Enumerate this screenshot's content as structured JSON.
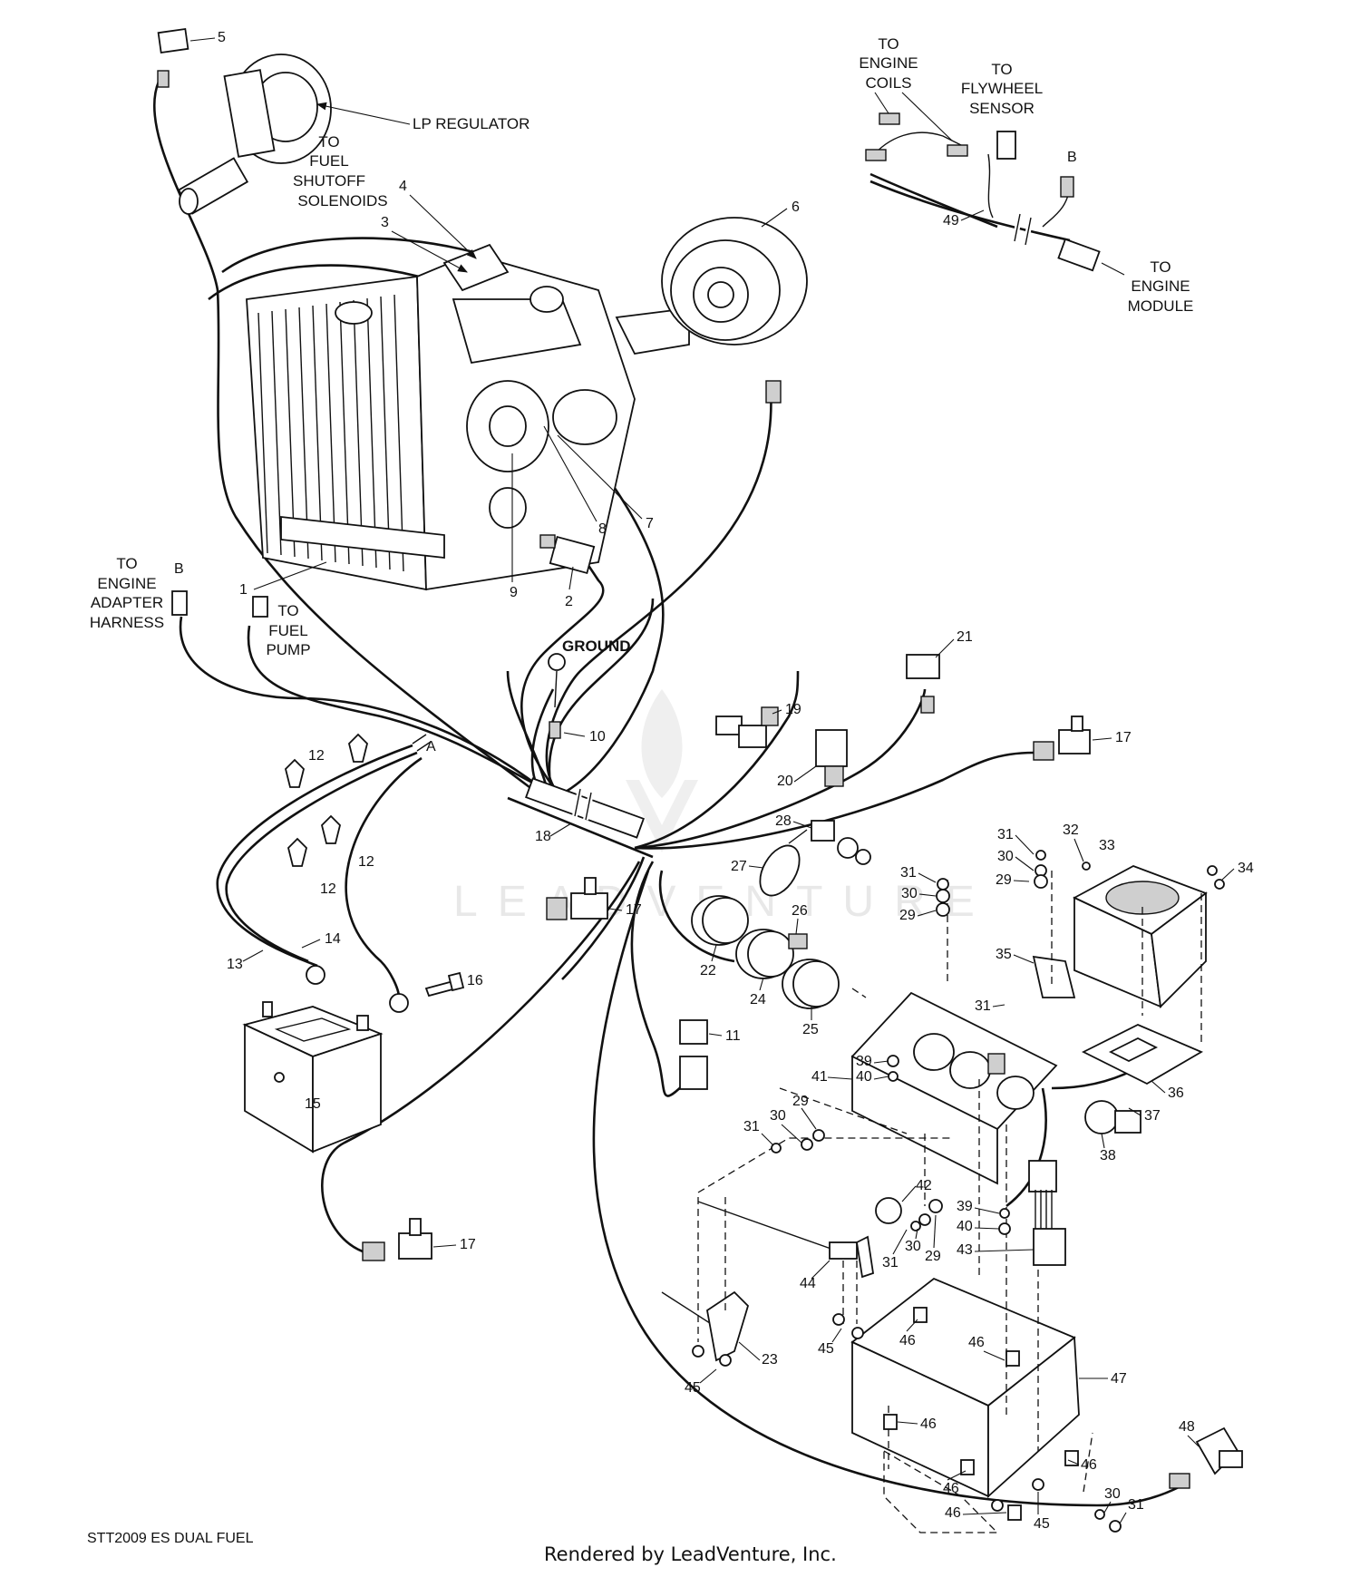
{
  "diagram": {
    "callouts": {
      "lp_regulator": "LP REGULATOR",
      "to_fuel_shutoff": [
        "TO",
        "FUEL",
        "SHUTOFF",
        "SOLENOIDS"
      ],
      "to_engine_coils": [
        "TO",
        "ENGINE",
        "COILS"
      ],
      "to_flywheel_sensor": [
        "TO",
        "FLYWHEEL",
        "SENSOR"
      ],
      "to_engine_module": [
        "TO",
        "ENGINE",
        "MODULE"
      ],
      "to_engine_adapter": [
        "TO",
        "ENGINE",
        "ADAPTER",
        "HARNESS"
      ],
      "to_fuel_pump": [
        "TO",
        "FUEL",
        "PUMP"
      ],
      "ground": "GROUND",
      "connector_b": "B",
      "connector_a": "A"
    },
    "part_numbers": [
      "1",
      "2",
      "3",
      "4",
      "5",
      "6",
      "7",
      "8",
      "9",
      "10",
      "11",
      "12",
      "13",
      "14",
      "15",
      "16",
      "17",
      "18",
      "19",
      "20",
      "21",
      "22",
      "23",
      "24",
      "25",
      "26",
      "27",
      "28",
      "29",
      "30",
      "31",
      "32",
      "33",
      "34",
      "35",
      "36",
      "37",
      "38",
      "39",
      "40",
      "41",
      "42",
      "43",
      "44",
      "45",
      "46",
      "47",
      "48",
      "49"
    ],
    "watermark": {
      "brand": "LEADVENTURE"
    }
  },
  "footer": {
    "model_code": "STT2009 ES DUAL FUEL",
    "credit": "Rendered by LeadVenture, Inc."
  },
  "colors": {
    "line": "#111111",
    "watermark": "#e8e8e8",
    "background": "#ffffff"
  }
}
